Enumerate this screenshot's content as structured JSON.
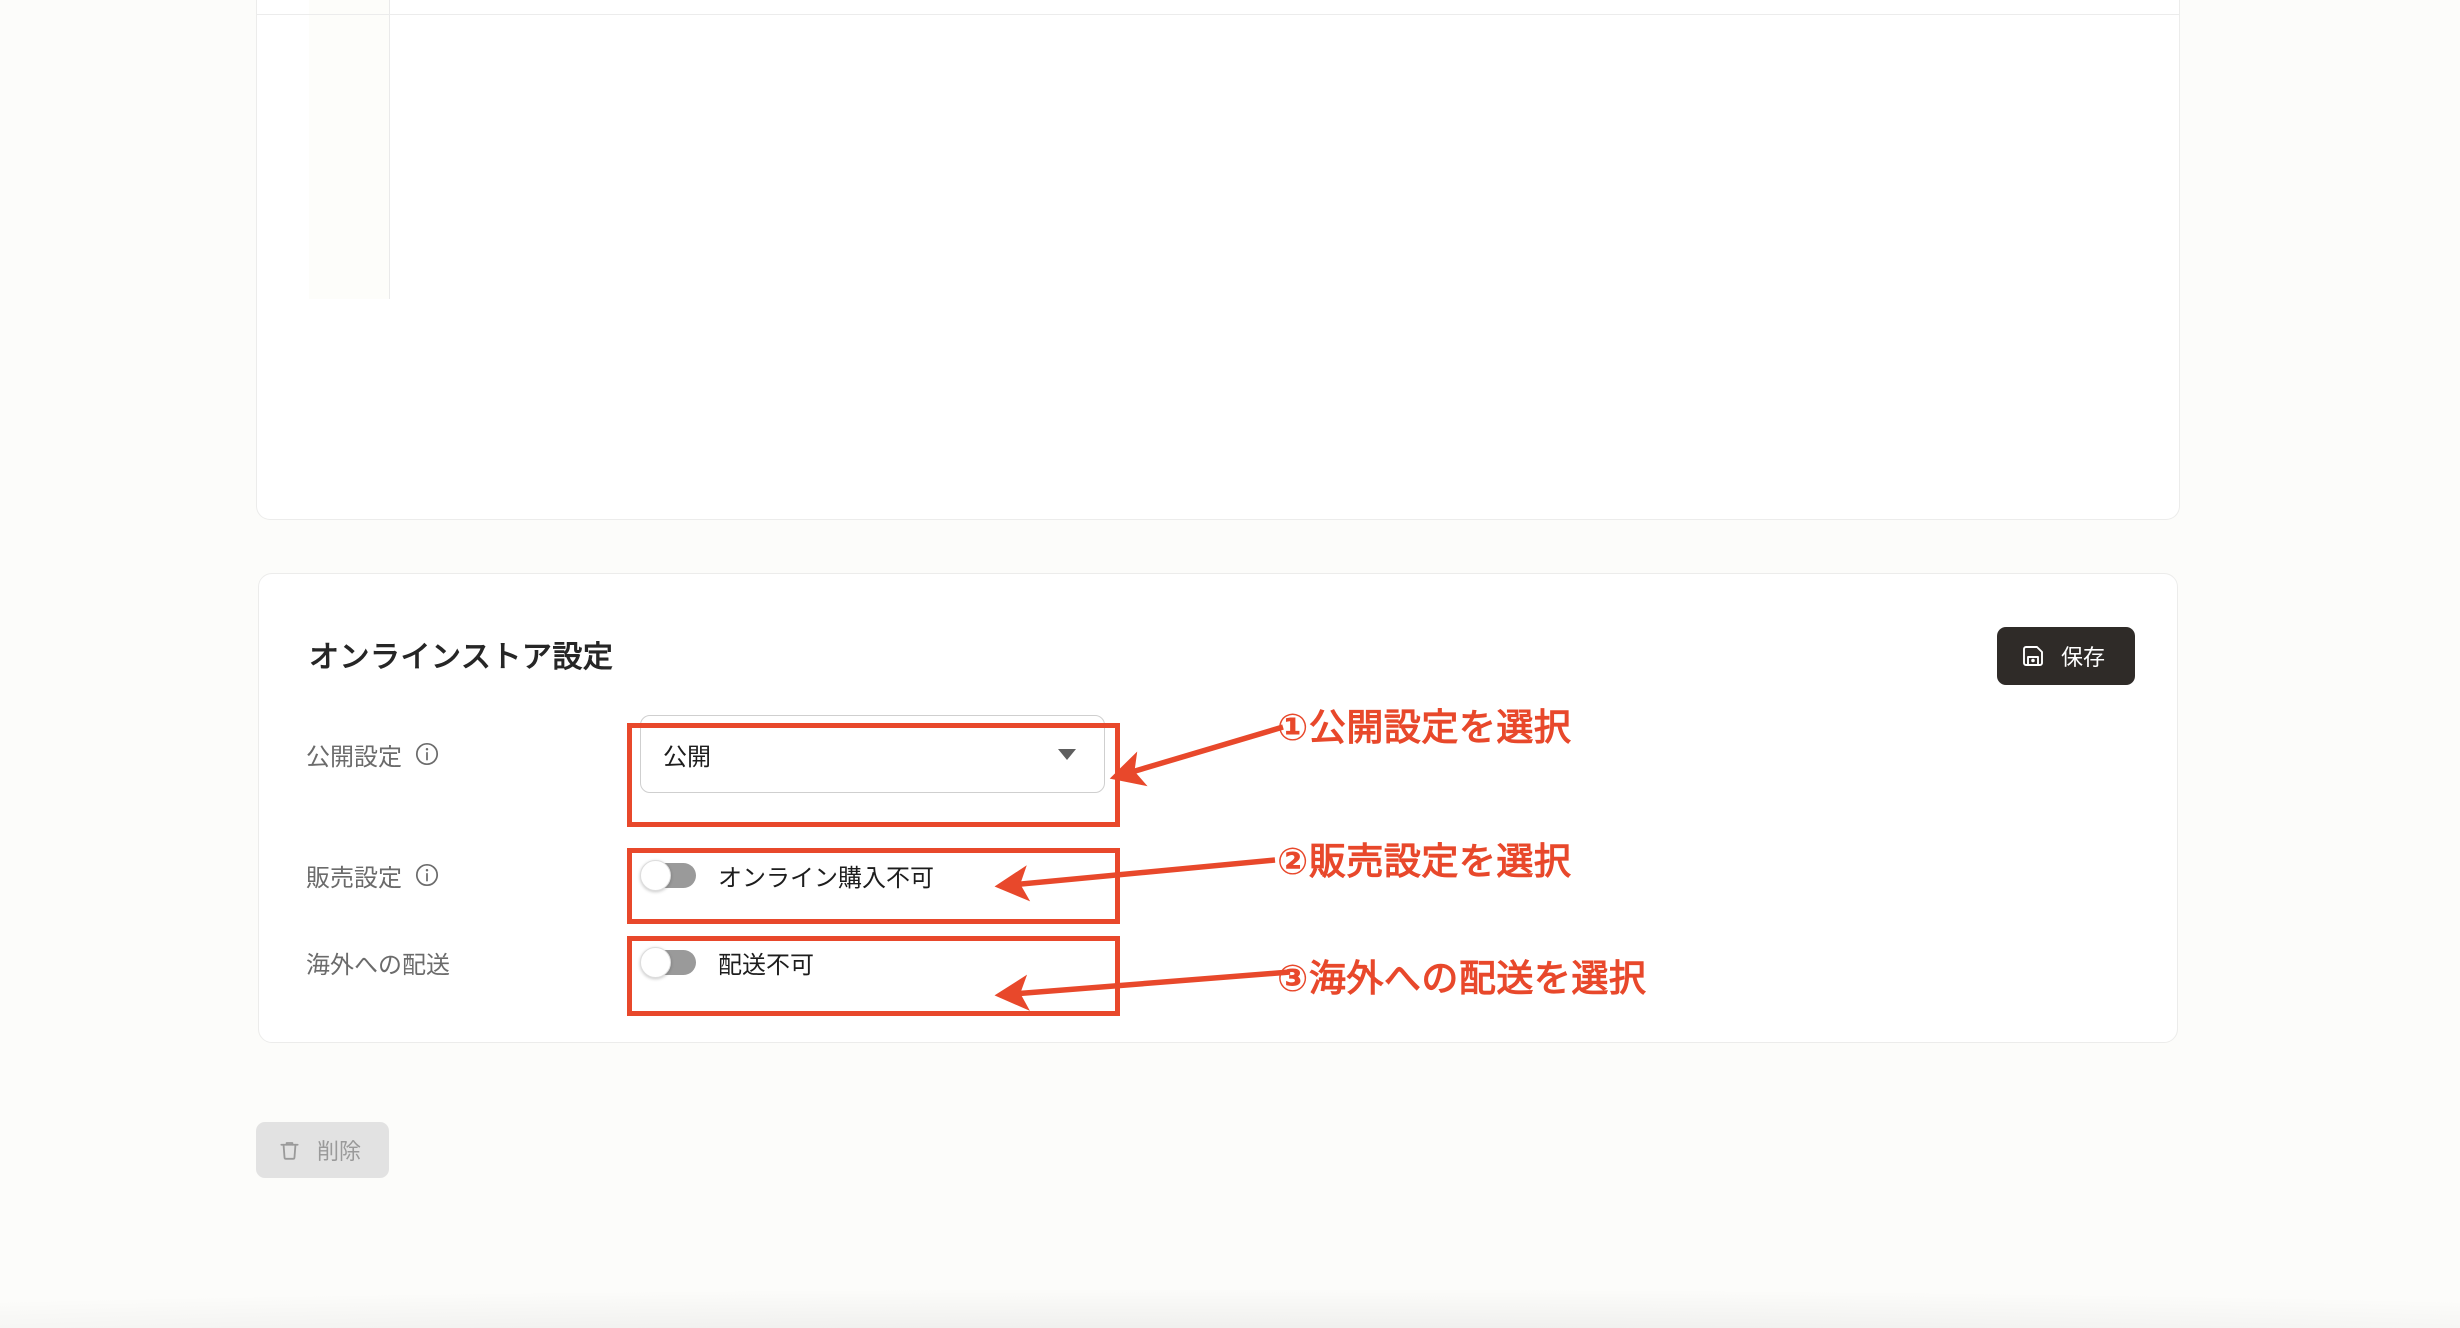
{
  "theme": {
    "page_background": "#fcfcfa",
    "card_background": "#ffffff",
    "card_border": "#ececeb",
    "accent_red": "#e8482b",
    "save_button_bg": "#2f2b28",
    "delete_button_bg": "#e2e2e2",
    "delete_button_text": "#9a9a9a",
    "toggle_track_off": "#9a9a9a",
    "label_text": "#6b6b6b",
    "value_text": "#1d1d1d"
  },
  "store_settings_card": {
    "title": "オンラインストア設定",
    "save_button": {
      "label": "保存",
      "icon": "save-floppy-icon"
    },
    "rows": [
      {
        "label": "公開設定",
        "has_info_icon": true,
        "info_icon": "info-circle-icon",
        "control": "select",
        "value": "公開",
        "caret_icon": "chevron-down-icon"
      },
      {
        "label": "販売設定",
        "has_info_icon": true,
        "info_icon": "info-circle-icon",
        "control": "toggle",
        "toggle_state": "off",
        "value": "オンライン購入不可"
      },
      {
        "label": "海外への配送",
        "has_info_icon": false,
        "control": "toggle",
        "toggle_state": "off",
        "value": "配送不可"
      }
    ]
  },
  "delete_button": {
    "label": "削除",
    "icon": "trash-icon",
    "disabled": true
  },
  "annotations": [
    {
      "number": "①",
      "text": "①公開設定を選択",
      "target": "visibility-select",
      "color": "#e8482b"
    },
    {
      "number": "②",
      "text": "②販売設定を選択",
      "target": "sales-toggle",
      "color": "#e8482b"
    },
    {
      "number": "③",
      "text": "③海外への配送を選択",
      "target": "overseas-toggle",
      "color": "#e8482b"
    }
  ]
}
